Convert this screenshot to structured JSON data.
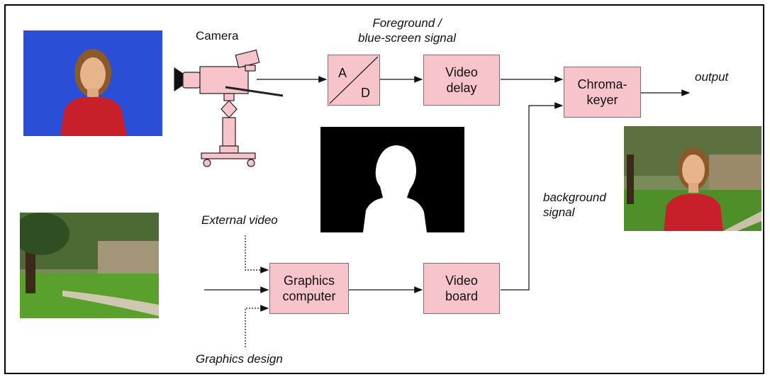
{
  "labels": {
    "camera": "Camera",
    "foreground_signal": "Foreground /\nblue-screen signal",
    "output": "output",
    "background_signal": "background\nsignal",
    "external_video": "External video",
    "graphics_design": "Graphics design"
  },
  "blocks": {
    "ad_a": "A",
    "ad_d": "D",
    "video_delay": "Video\ndelay",
    "chroma_keyer": "Chroma-\nkeyer",
    "graphics_computer": "Graphics\ncomputer",
    "video_board": "Video\nboard"
  },
  "colors": {
    "block_fill": "#f7c4cc",
    "blue_screen": "#2a4fd6",
    "matte_bg": "#000000",
    "matte_fg": "#ffffff"
  },
  "images": {
    "blue_screen_photo": "woman in red top in front of blue screen",
    "background_photo": "park with trees, lawn and path",
    "matte_photo": "black and white key silhouette",
    "composite_photo": "woman composited over park background"
  }
}
